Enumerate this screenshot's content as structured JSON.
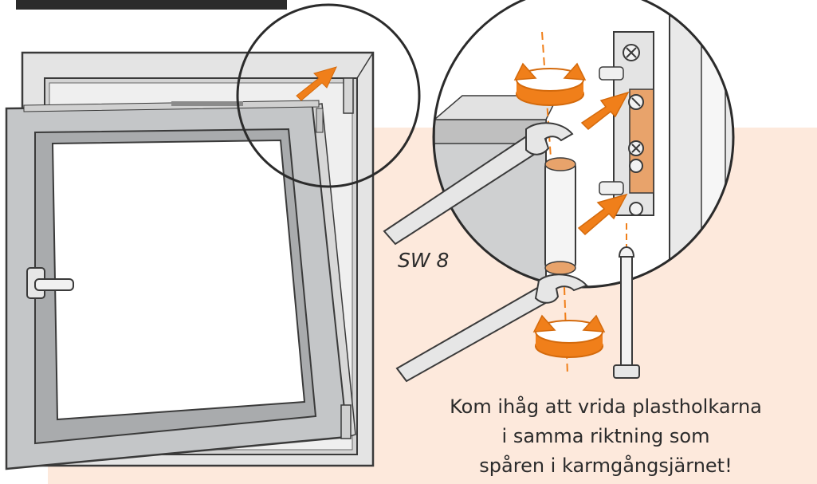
{
  "colors": {
    "background": "#ffffff",
    "panel": "#fde9dc",
    "frame": "#e2e2e2",
    "sash": "#bfc1c3",
    "outline": "#3a3a3a",
    "arrow": "#f07f1a",
    "arrow_dark": "#d46a0c",
    "bushing": "#e8a36b",
    "hinge_metal": "#e4e4e4"
  },
  "tool_label": "SW 8",
  "caption": {
    "line1": "Kom ihåg att vrida plastholkarna",
    "line2": "i samma riktning som",
    "line3": "spåren i karmgångsjärnet!"
  },
  "icons": {
    "rotate_top": "rotate-arrows-icon",
    "rotate_bottom": "rotate-arrows-icon",
    "push_arrow": "push-arrow-icon"
  }
}
